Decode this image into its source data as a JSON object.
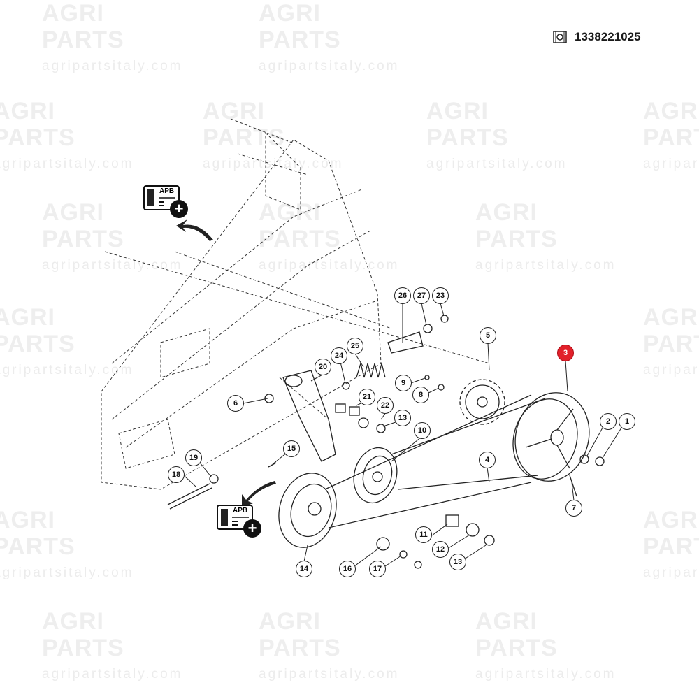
{
  "header": {
    "part_number": "1338221025",
    "part_icon": "gear-document-icon"
  },
  "watermark": {
    "brand_line1": "AGRI",
    "brand_line2": "PARTS",
    "url": "agripartsitaly.com"
  },
  "reference_badges": [
    {
      "label": "APB",
      "icon": "add-circle-icon"
    },
    {
      "label": "APB",
      "icon": "add-circle-icon"
    }
  ],
  "callouts": [
    "26",
    "27",
    "23",
    "25",
    "24",
    "20",
    "5",
    "9",
    "8",
    "21",
    "22",
    "6",
    "13",
    "10",
    "2",
    "1",
    "4",
    "15",
    "19",
    "18",
    "3",
    "7",
    "14",
    "11",
    "12",
    "13",
    "16",
    "17"
  ],
  "highlighted_callout": "3",
  "colors": {
    "highlight": "#e2202a",
    "line": "#222222",
    "watermark": "#eeeeee"
  }
}
